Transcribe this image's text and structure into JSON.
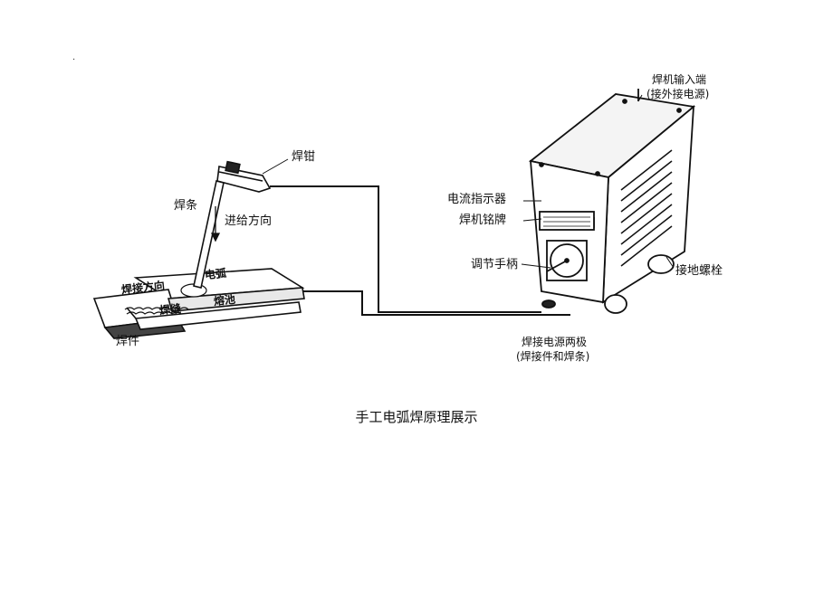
{
  "diagram": {
    "caption": "手工电弧焊原理展示",
    "corner_mark": ".",
    "labels": {
      "clamp": "焊钳",
      "electrode": "焊条",
      "feed_direction": "进给方向",
      "weld_direction": "焊接方向",
      "arc": "电弧",
      "weld_seam": "焊缝",
      "slag": "熔池",
      "workpiece": "焊件",
      "machine_input_line1": "焊机输入端",
      "machine_input_line2": "(接外接电源)",
      "current_indicator": "电流指示器",
      "nameplate": "焊机铭牌",
      "adjust_handle": "调节手柄",
      "ground_bolt": "接地螺栓",
      "poles_line1": "焊接电源两极",
      "poles_line2": "(焊接件和焊条)"
    }
  }
}
